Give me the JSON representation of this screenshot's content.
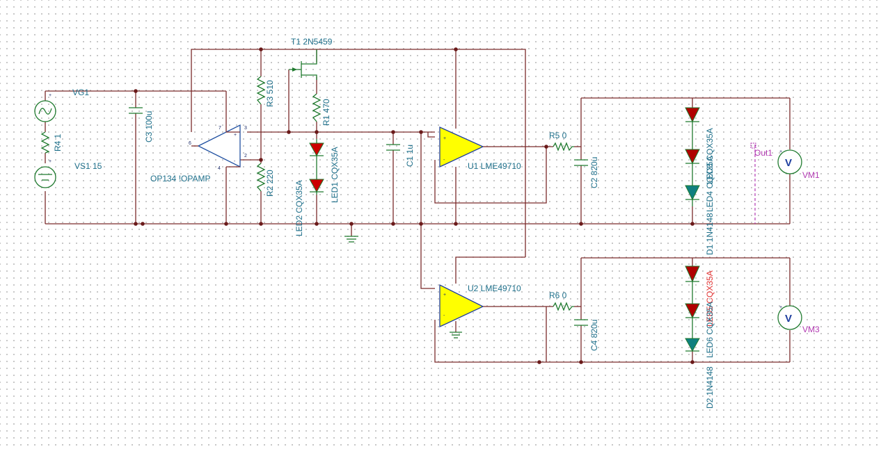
{
  "labels": {
    "t1": "T1 2N5459",
    "vg1": "VG1",
    "r3": "R3 510",
    "r1": "R1 470",
    "c3": "C3 100u",
    "r4": "R4 1",
    "vs1": "VS1 15",
    "op134": "OP134 !OPAMP",
    "r2": "R2 220",
    "led2": "LED2 CQX35A",
    "led1": "LED1 CQX35A",
    "c1": "C1 1u",
    "u1": "U1 LME49710",
    "r5": "R5 0",
    "c2": "C2 820u",
    "led3": "LED3 CQX35A",
    "led4": "LED4 CQX35A",
    "d1": "D1 1N4148",
    "out1": "Out1",
    "vm1": "VM1",
    "u2": "U2 LME49710",
    "r6": "R6 0",
    "c4": "C4 820u",
    "led5": "LED5 CQX35A",
    "led6": "LED6 CQX35A",
    "d2": "D2 1N4148",
    "vm3": "VM3"
  },
  "pins": {
    "op_p7": "7",
    "op_p3": "3",
    "op_p6": "6",
    "op_p2": "2",
    "op_p4": "4",
    "plus": "+",
    "minus": "-",
    "meter": "V"
  },
  "colors": {
    "wire": "#7a2a2a",
    "component": "#1f7a2e",
    "label": "#1e6f8a",
    "opamp_fill": "#ffff00",
    "led_red": "#cc0000",
    "diode": "#0f7f7f",
    "highlight": "#e23434"
  }
}
